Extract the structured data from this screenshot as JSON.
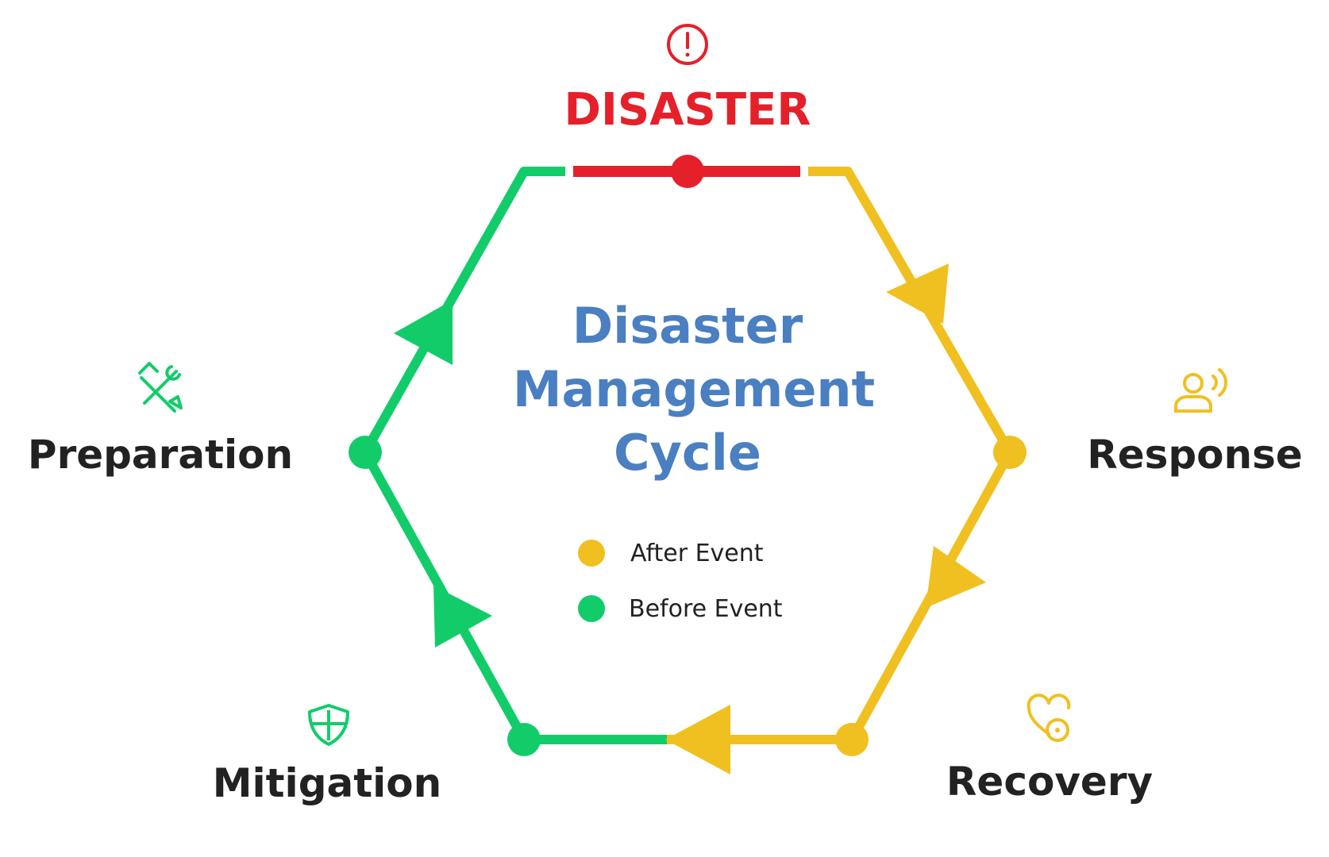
{
  "colors": {
    "before": "#12cc6a",
    "after": "#f0c020",
    "disaster": "#e5202a",
    "title": "#4a7fc1",
    "text": "#222222"
  },
  "title_lines": [
    "Disaster",
    "Management",
    "Cycle"
  ],
  "disaster": {
    "label": "DISASTER",
    "icon": "alert-circle-icon"
  },
  "stages": {
    "preparation": {
      "label": "Preparation",
      "icon": "tools-icon",
      "phase": "before"
    },
    "response": {
      "label": "Response",
      "icon": "speaking-person-icon",
      "phase": "after"
    },
    "recovery": {
      "label": "Recovery",
      "icon": "heart-plus-icon",
      "phase": "after"
    },
    "mitigation": {
      "label": "Mitigation",
      "icon": "shield-cross-icon",
      "phase": "before"
    }
  },
  "legend": [
    {
      "label": "After Event",
      "color_key": "after"
    },
    {
      "label": "Before Event",
      "color_key": "before"
    }
  ]
}
